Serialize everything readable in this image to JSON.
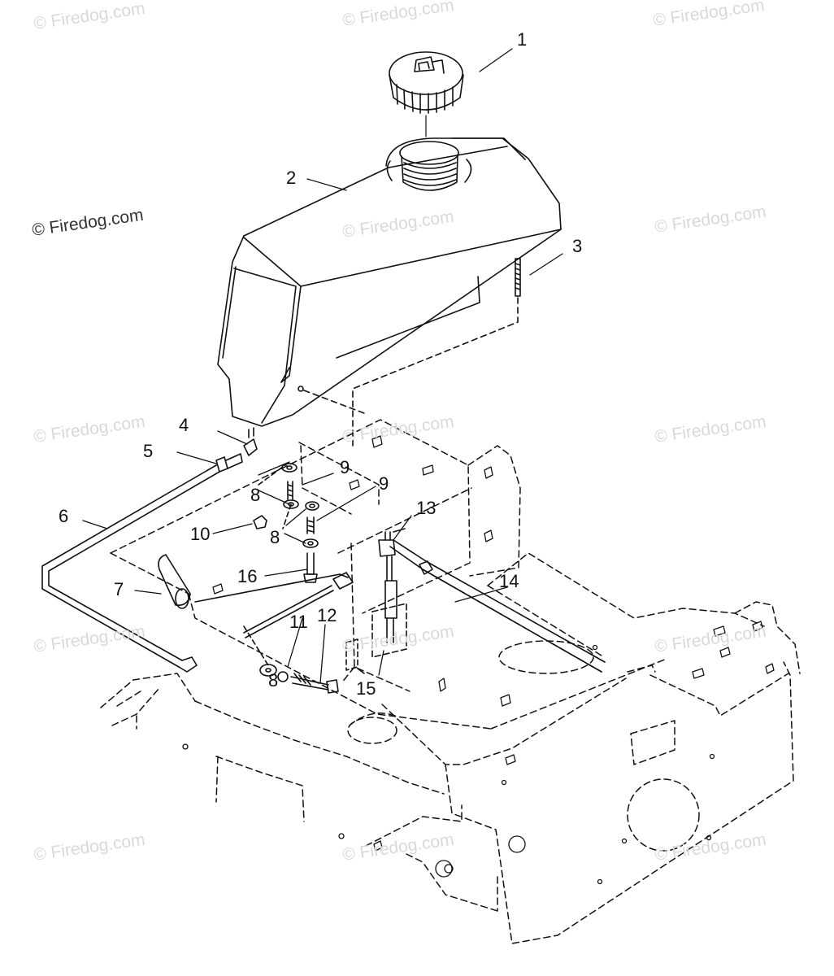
{
  "watermarks": [
    "© Firedog.com",
    "© Firedog.com",
    "© Firedog.com",
    "© Firedog.com",
    "© Firedog.com",
    "© Firedog.com",
    "© Firedog.com",
    "© Firedog.com",
    "© Firedog.com",
    "© Firedog.com",
    "© Firedog.com",
    "© Firedog.com",
    "© Firedog.com",
    "© Firedog.com",
    "© Firedog.com"
  ],
  "callouts": {
    "p1": "1",
    "p2": "2",
    "p3": "3",
    "p4": "4",
    "p5": "5",
    "p6": "6",
    "p7": "7",
    "p8a": "8",
    "p8b": "8",
    "p8c": "8",
    "p9a": "9",
    "p9b": "9",
    "p10": "10",
    "p11": "11",
    "p12": "12",
    "p13": "13",
    "p14": "14",
    "p15": "15",
    "p16": "16"
  },
  "icons": {
    "cap_logo": "fuel-pump-icon"
  },
  "colors": {
    "ink": "#111111",
    "watermark": "#d9d9d9",
    "background": "#ffffff"
  }
}
